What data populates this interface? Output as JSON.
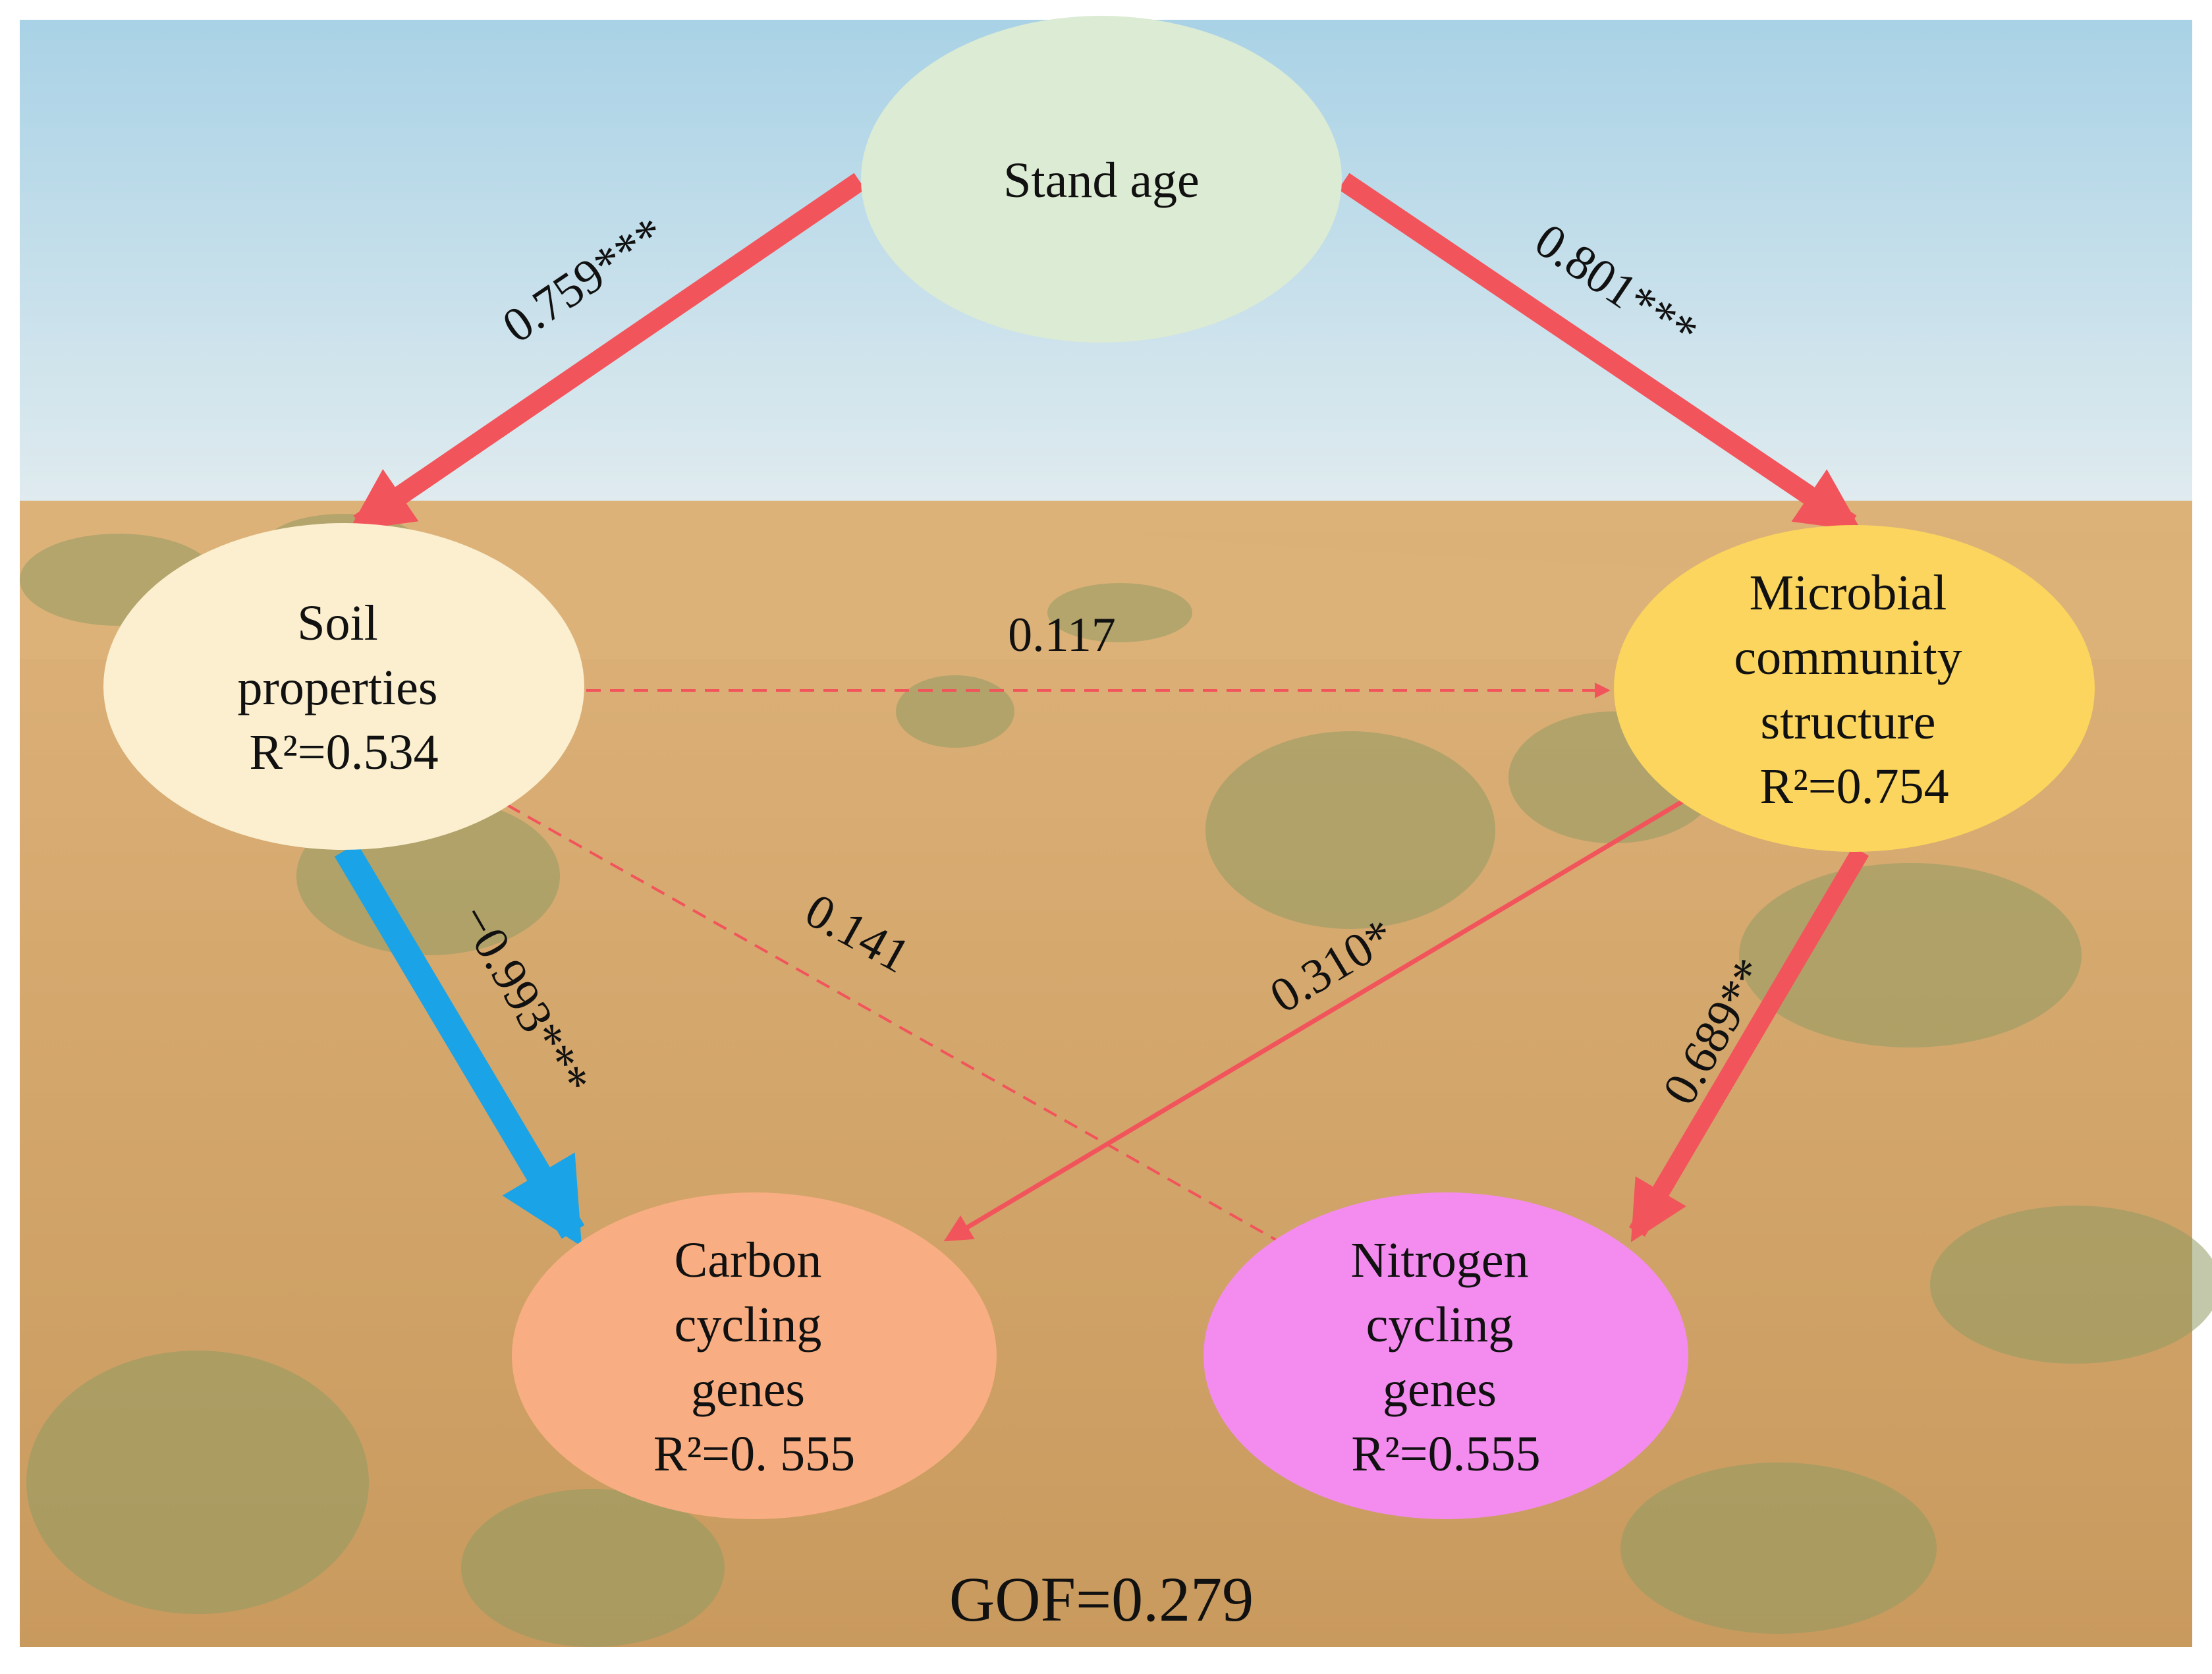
{
  "colors": {
    "positive": "#f2545b",
    "negative": "#1aa3e6",
    "sky_top": "#a9d2e6",
    "sky_bottom": "#e6eef0",
    "sand": "#ddb279",
    "sand_dark": "#c99a5e",
    "shrub": "#8f9a63"
  },
  "nodes": {
    "stand_age": {
      "lines": [
        "Stand age"
      ],
      "color": "#dcebd3"
    },
    "soil": {
      "lines": [
        "Soil",
        "properties",
        "R²=0.534"
      ],
      "color": "#fbefcf"
    },
    "microbial": {
      "lines": [
        "Microbial",
        "community",
        "structure",
        "R²=0.754"
      ],
      "color": "#fbd55d"
    },
    "carbon": {
      "lines": [
        "Carbon",
        "cycling",
        "genes",
        "R²=0. 555"
      ],
      "color": "#f8ae82"
    },
    "nitrogen": {
      "lines": [
        "Nitrogen",
        "cycling",
        "genes",
        "R²=0.555"
      ],
      "color": "#f48cf0"
    }
  },
  "paths": [
    {
      "from": "stand_age",
      "to": "soil",
      "coefficient": "0.759***",
      "sign": "positive",
      "style": "solid"
    },
    {
      "from": "stand_age",
      "to": "microbial",
      "coefficient": "0.801***",
      "sign": "positive",
      "style": "solid"
    },
    {
      "from": "soil",
      "to": "microbial",
      "coefficient": "0.117",
      "sign": "positive",
      "style": "dashed"
    },
    {
      "from": "soil",
      "to": "carbon",
      "coefficient": "−0.993***",
      "sign": "negative",
      "style": "solid"
    },
    {
      "from": "soil",
      "to": "nitrogen",
      "coefficient": "0.141",
      "sign": "positive",
      "style": "dashed"
    },
    {
      "from": "microbial",
      "to": "carbon",
      "coefficient": "0.310*",
      "sign": "positive",
      "style": "solid"
    },
    {
      "from": "microbial",
      "to": "nitrogen",
      "coefficient": "0.689**",
      "sign": "positive",
      "style": "solid"
    }
  ],
  "gof": "GOF=0.279"
}
